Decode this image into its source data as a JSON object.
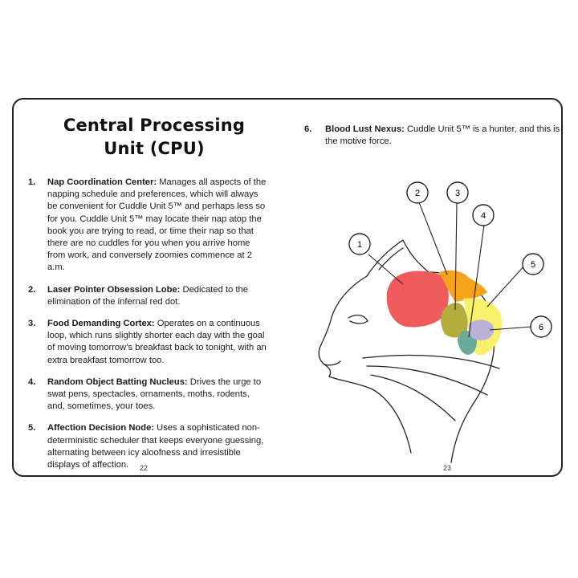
{
  "left_page": {
    "title_line1": "Central Processing",
    "title_line2": "Unit (CPU)",
    "items": [
      {
        "num": "1.",
        "label": "Nap Coordination Center:",
        "text": " Manages all aspects of the napping schedule and preferences, which will always be convenient for Cuddle Unit 5™ and perhaps less so for you. Cuddle Unit 5™ may locate their nap atop the book you are trying to read, or time their nap so that there are no cuddles for you when you arrive home from work, and conversely zoomies commence at 2 a.m."
      },
      {
        "num": "2.",
        "label": "Laser Pointer Obsession Lobe:",
        "text": " Dedicated to the elimination of the infernal red dot."
      },
      {
        "num": "3.",
        "label": "Food Demanding Cortex:",
        "text": " Operates on a continuous loop, which runs slightly shorter each day with the goal of moving tomorrow’s breakfast back to tonight, with an extra breakfast tomorrow too."
      },
      {
        "num": "4.",
        "label": "Random Object Batting Nucleus:",
        "text": " Drives the urge to swat pens, spectacles, ornaments, moths, rodents, and, sometimes, your toes."
      },
      {
        "num": "5.",
        "label": "Affection Decision Node:",
        "text": " Uses a sophisticated non-deterministic scheduler that keeps everyone guessing, alternating between icy aloofness and irresistible displays of affection."
      }
    ],
    "page_number": "22"
  },
  "right_page": {
    "item": {
      "num": "6.",
      "label": "Blood Lust Nexus:",
      "text": " Cuddle Unit 5™ is a hunter, and this is the motive force."
    },
    "page_number": "23",
    "diagram": {
      "callouts": [
        "1",
        "2",
        "3",
        "4",
        "5",
        "6"
      ],
      "region_colors": {
        "1": "#ef5b5b",
        "2": "#f7a21b",
        "3": "#b4ad3c",
        "4": "#6aaa9a",
        "5": "#f8ef6b",
        "6": "#b9b1d6"
      }
    }
  }
}
